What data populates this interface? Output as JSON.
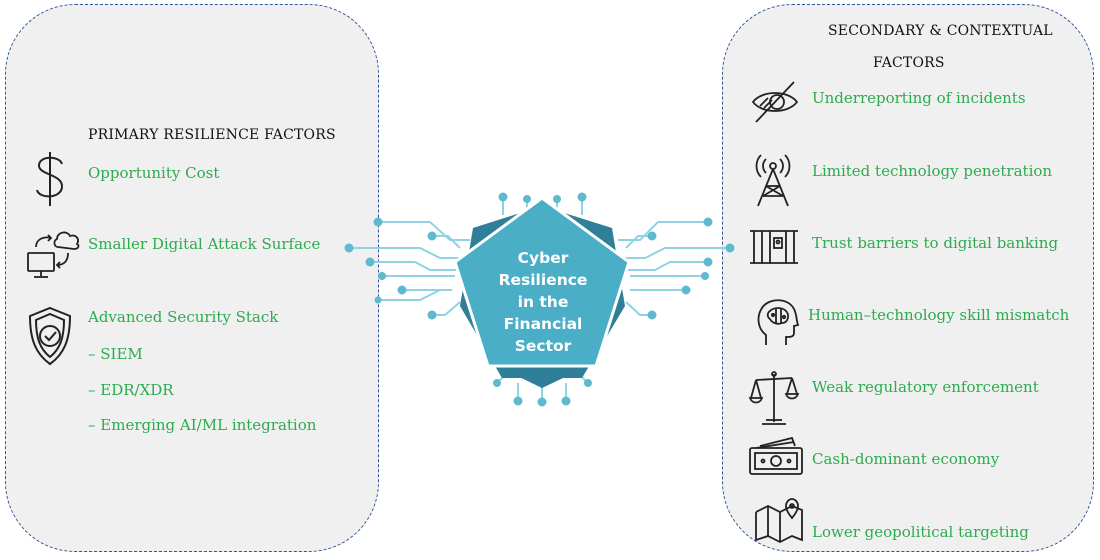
{
  "center": {
    "lines": [
      "Cyber",
      "Resilience",
      "in the",
      "Financial",
      "Sector"
    ]
  },
  "left": {
    "heading": "PRIMARY RESILIENCE FACTORS",
    "items": [
      "Opportunity Cost",
      "Smaller Digital Attack Surface",
      "Advanced Security Stack"
    ],
    "sub_items": [
      "– SIEM",
      "– EDR/XDR",
      "– Emerging AI/ML integration"
    ]
  },
  "right": {
    "heading_line1": "SECONDARY & CONTEXTUAL",
    "heading_line2": "FACTORS",
    "items": [
      "Underreporting of incidents",
      "Limited technology penetration",
      "Trust barriers to digital banking",
      "Human–technology skill mismatch",
      "Weak regulatory enforcement",
      "Cash-dominant economy",
      "Lower geopolitical targeting"
    ]
  },
  "colors": {
    "panel_border": "#2f5597",
    "panel_fill": "#f0f0f0",
    "item_text": "#2eab4f",
    "pentagon": "#4aaec7",
    "pentagon_dark": "#2f7f98",
    "circuit": "#8fd3e3"
  },
  "icons": [
    "dollar-icon",
    "cloud-computer-icon",
    "shield-check-icon",
    "eye-slash-icon",
    "radio-tower-icon",
    "jail-bars-icon",
    "brain-head-icon",
    "scales-icon",
    "cash-icon",
    "map-pin-icon"
  ]
}
